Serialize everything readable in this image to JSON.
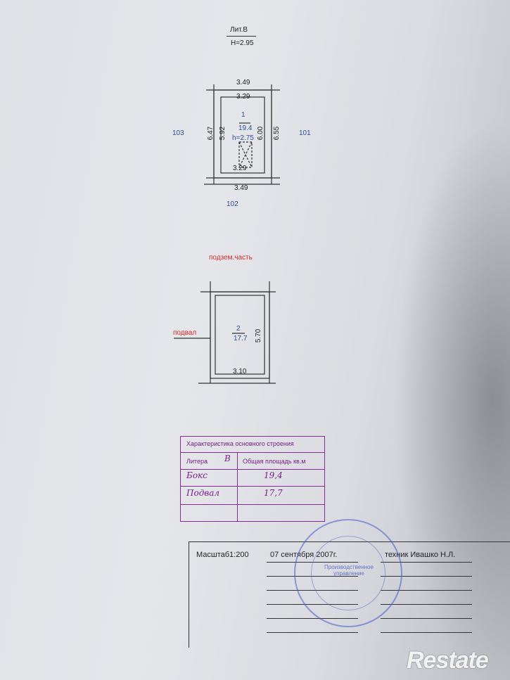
{
  "header": {
    "litera": "Лит.В",
    "height": "H=2.95"
  },
  "plan_top": {
    "top_outer": "3.49",
    "top_inner": "3.29",
    "room_number": "1",
    "room_area": "19.4",
    "room_height": "h=2.75",
    "left_outer": "6.47",
    "left_inner": "5.92",
    "right_inner": "6.00",
    "right_outer": "6.55",
    "bottom_inner": "3.29",
    "bottom_outer": "3.49",
    "neighbor_left": "103",
    "neighbor_right": "101",
    "neighbor_bottom": "102"
  },
  "plan_basement": {
    "section_title": "подзем.часть",
    "label": "подвал",
    "room_number": "2",
    "room_area": "17.7",
    "right_dim": "5.70",
    "bottom_dim": "3.10"
  },
  "characteristics": {
    "title": "Характеристика основного строения",
    "col1_header": "Литера",
    "col1_value": "В",
    "col2_header": "Общая площадь кв.м",
    "rows": [
      {
        "name": "Бокс",
        "area": "19,4"
      },
      {
        "name": "Подвал",
        "area": "17,7"
      }
    ]
  },
  "stamp": {
    "scale": "Масштаб1:200",
    "date": "07 сентября 2007г.",
    "technician": "техник Ивашко Н.Л.",
    "seal_text": "Производственное управление"
  },
  "watermark": {
    "logo": "Restate"
  },
  "colors": {
    "paper": "#e2e4e8",
    "blue_ink": "#2a4f9a",
    "red_ink": "#d42a2a",
    "purple_stamp": "#7a1f8a",
    "seal_blue": "#4a5ac8"
  }
}
